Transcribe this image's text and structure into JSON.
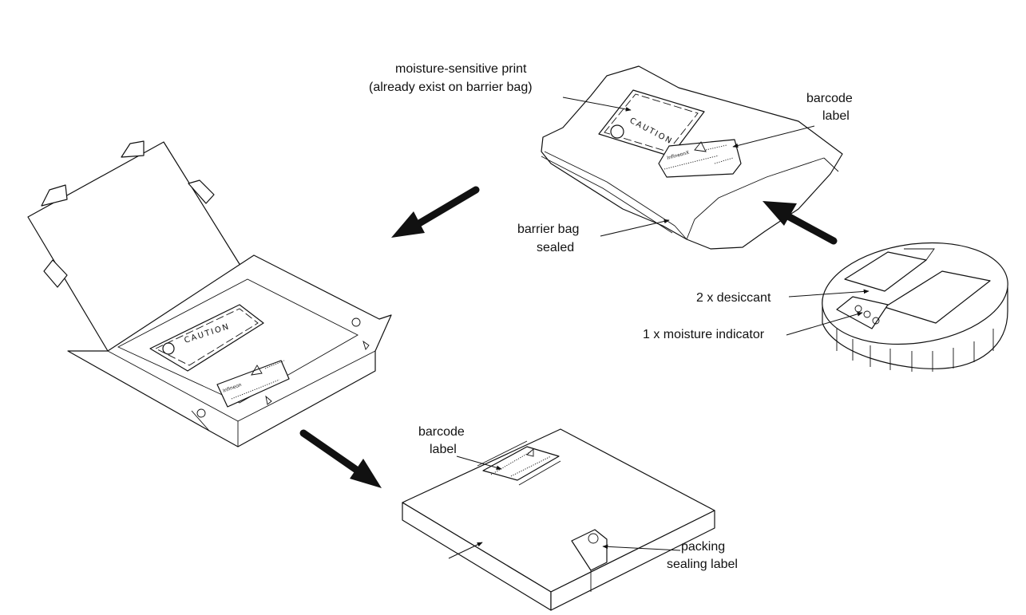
{
  "labels": {
    "moisture_print_line1": "moisture-sensitive print",
    "moisture_print_line2": "(already exist on barrier bag)",
    "barcode_label_top_line1": "barcode",
    "barcode_label_top_line2": "label",
    "barrier_bag_line1": "barrier bag",
    "barrier_bag_line2": "sealed",
    "desiccant": "2 x desiccant",
    "moisture_indicator": "1 x moisture indicator",
    "barcode_label_bottom_line1": "barcode",
    "barcode_label_bottom_line2": "label",
    "packing_label_line1": "packing",
    "packing_label_line2": "sealing label"
  },
  "marks": {
    "caution_bag": "CAUTION",
    "caution_box": "CAUTION"
  },
  "colors": {
    "ink": "#111111",
    "background": "#ffffff"
  }
}
